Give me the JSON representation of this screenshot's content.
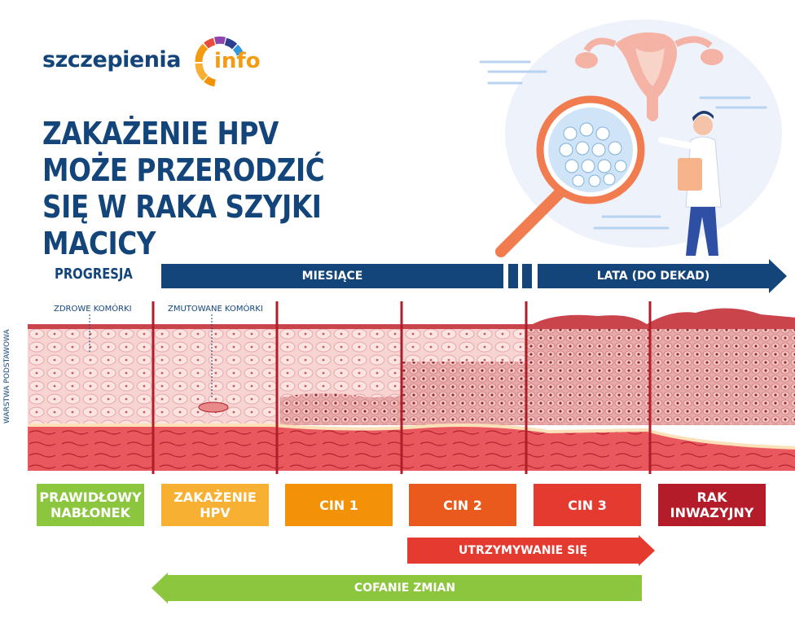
{
  "logo": {
    "brand": "szczepienia",
    "suffix": "info"
  },
  "title": "Zakażenie HPV może przerodzić się w raka szyjki macicy",
  "progression": {
    "label": "PROGRESJA",
    "months": "MIESIĄCE",
    "years": "LATA (DO DEKAD)"
  },
  "tissue_labels": {
    "healthy_cells": "ZDROWE KOMÓRKI",
    "mutated_cells": "ZMUTOWANE KOMÓRKI",
    "basal_layer": "WARSTWA PODSTAWOWA"
  },
  "stages": [
    {
      "label": "PRAWIDŁOWY NABŁONEK",
      "color": "#8cc63f"
    },
    {
      "label": "ZAKAŻENIE HPV",
      "color": "#f7b031"
    },
    {
      "label": "CIN 1",
      "color": "#f39207"
    },
    {
      "label": "CIN 2",
      "color": "#ea5a1c"
    },
    {
      "label": "CIN 3",
      "color": "#e53a2f"
    },
    {
      "label": "RAK INWAZYJNY",
      "color": "#b51c2a"
    }
  ],
  "arrows": {
    "persistence": "UTRZYMYWANIE SIĘ",
    "regression": "COFANIE ZMIAN"
  },
  "colors": {
    "navy": "#13457a",
    "tissue_pink": "#f6c9c9",
    "tissue_red": "#e8474e",
    "divider": "#b01e2a"
  }
}
